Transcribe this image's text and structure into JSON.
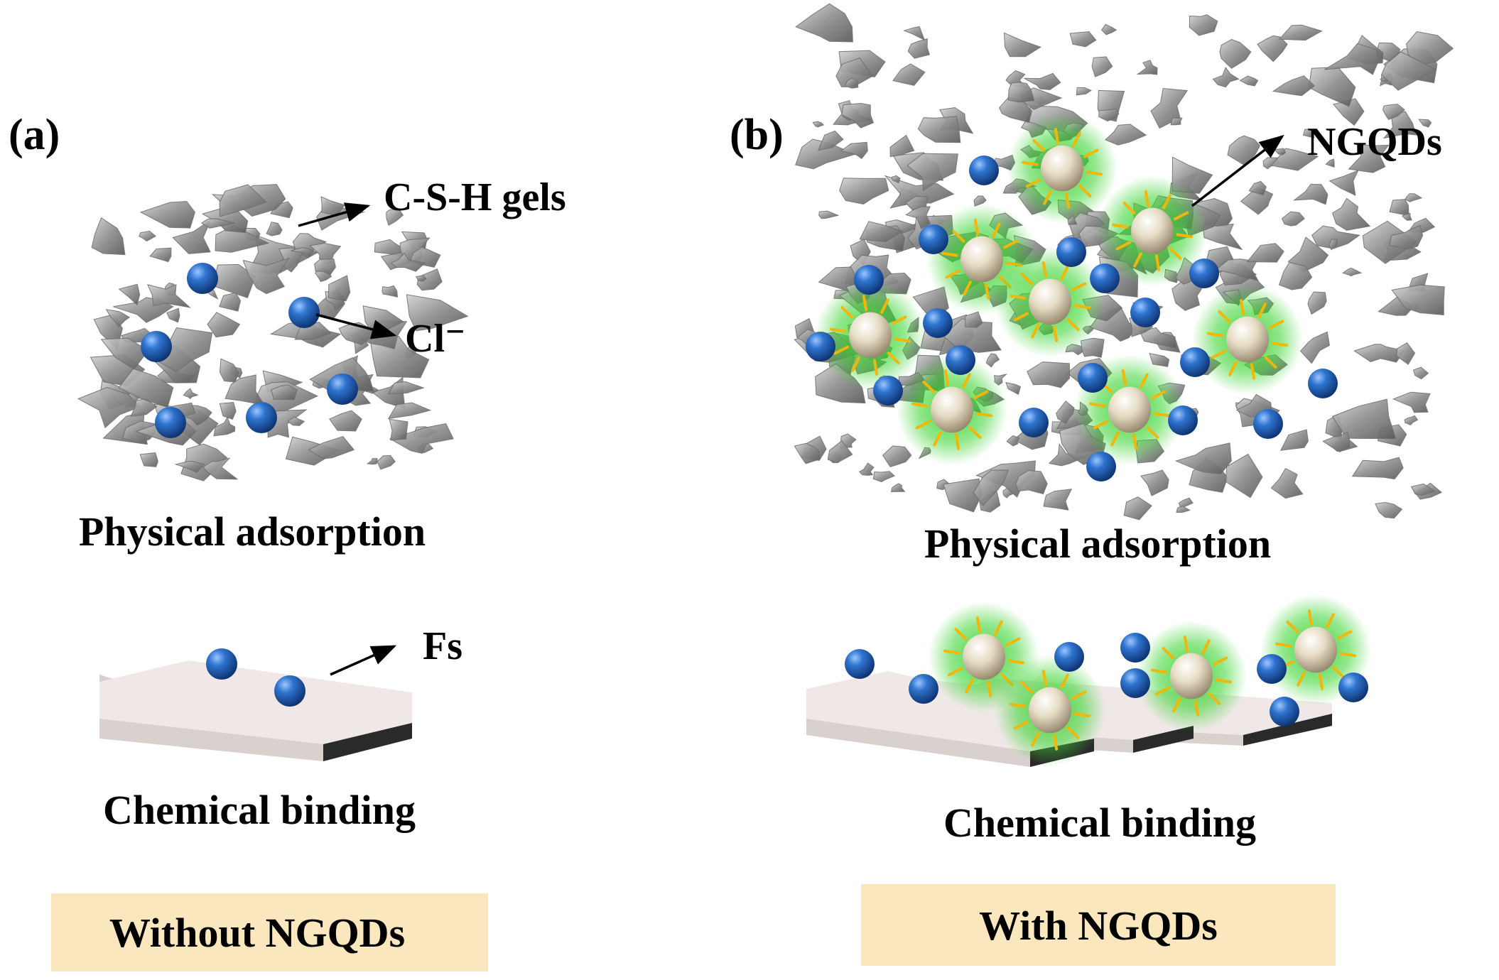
{
  "panels": [
    {
      "letter": "(a)",
      "labels": {
        "gel": "C-S-H gels",
        "chloride": "Cl⁻",
        "friedel": "Fs",
        "physical": "Physical adsorption",
        "chemical": "Chemical binding",
        "condition": "Without NGQDs"
      }
    },
    {
      "letter": "(b)",
      "labels": {
        "ngqd": "NGQDs",
        "physical": "Physical adsorption",
        "chemical": "Chemical binding",
        "condition": "With NGQDs"
      }
    }
  ],
  "colors": {
    "gel": "#8c8c8c",
    "chloride_ion": "#1f5fae",
    "ngqd_core": "#e6dcc4",
    "ngqd_glow": "#39d42f",
    "ngqd_rays": "#f2b705",
    "condition_box": "#fbe7bd",
    "plate_top": "#efe8e6",
    "plate_edge": "#d8d0cd",
    "plate_dark": "#2a2a2a"
  },
  "icons": [
    "csh-gel-cluster",
    "chloride-ion-sphere",
    "ngqd-particle",
    "friedel-salt-plate",
    "arrow"
  ]
}
